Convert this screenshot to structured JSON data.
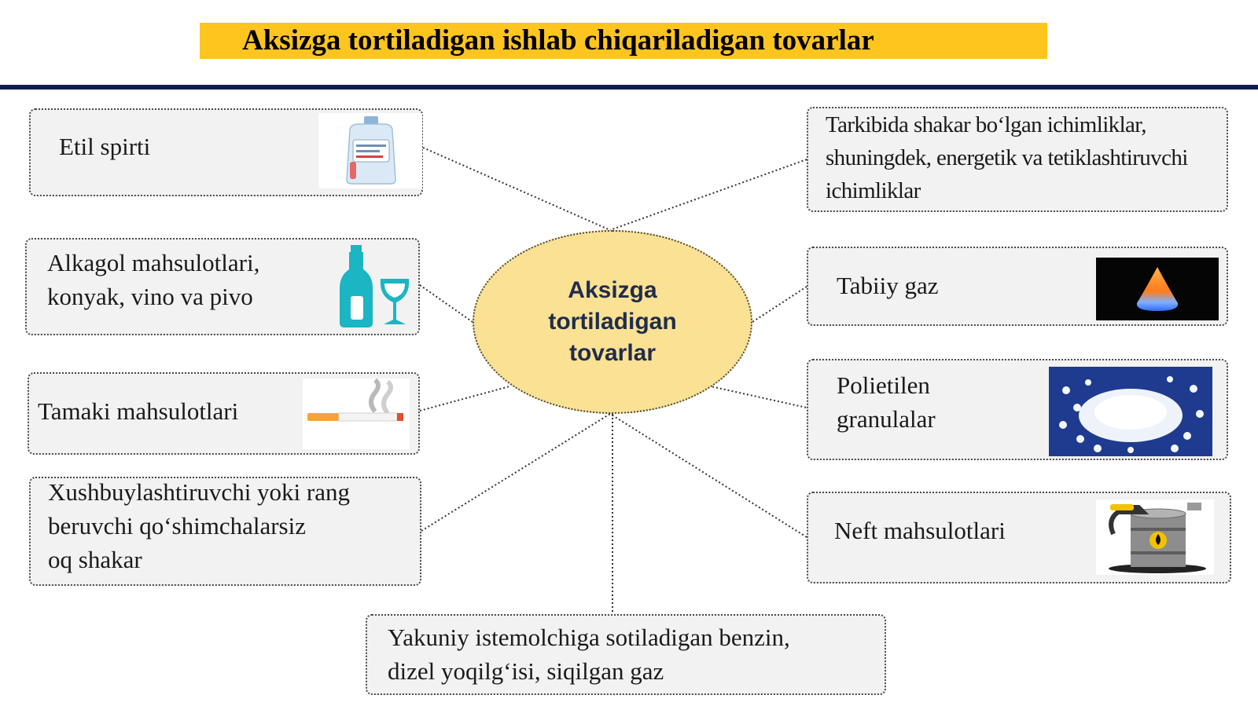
{
  "title": "Aksizga tortiladigan ishlab chiqariladigan tovarlar",
  "center": "Aksizga\ntortiladigan\ntovarlar",
  "left_items": [
    {
      "label": "Etil spirti",
      "icon": "ethyl-alcohol-bottle-icon"
    },
    {
      "label": "Alkagol mahsulotlari,\nkonyak, vino va pivo",
      "icon": "bottle-and-glass-icon"
    },
    {
      "label": "Tamaki mahsulotlari",
      "icon": "cigarette-icon"
    },
    {
      "label": "Xushbuylashtiruvchi yoki rang\nberuvchi qo‘shimchalarsiz\noq shakar",
      "icon": ""
    }
  ],
  "right_items": [
    {
      "label": "Tarkibida shakar bo‘lgan ichimliklar,\nshuningdek, energetik va tetiklashtiruvchi\nichimliklar",
      "icon": ""
    },
    {
      "label": "Tabiiy gaz",
      "icon": "gas-flame-icon"
    },
    {
      "label": "Polietilen\ngranulalar",
      "icon": "polyethylene-granules-icon"
    },
    {
      "label": "Neft mahsulotlari",
      "icon": "oil-barrel-icon"
    }
  ],
  "bottom_item": {
    "label": "Yakuniy istemolchiga sotiladigan benzin,\ndizel yoqilg‘isi, siqilgan gaz"
  },
  "colors": {
    "title_bg": "#ffc51f",
    "rule": "#0e1e4c",
    "center_fill": "#fbe193",
    "center_text": "#1f2d4d",
    "box_fill": "#f2f2f2"
  }
}
